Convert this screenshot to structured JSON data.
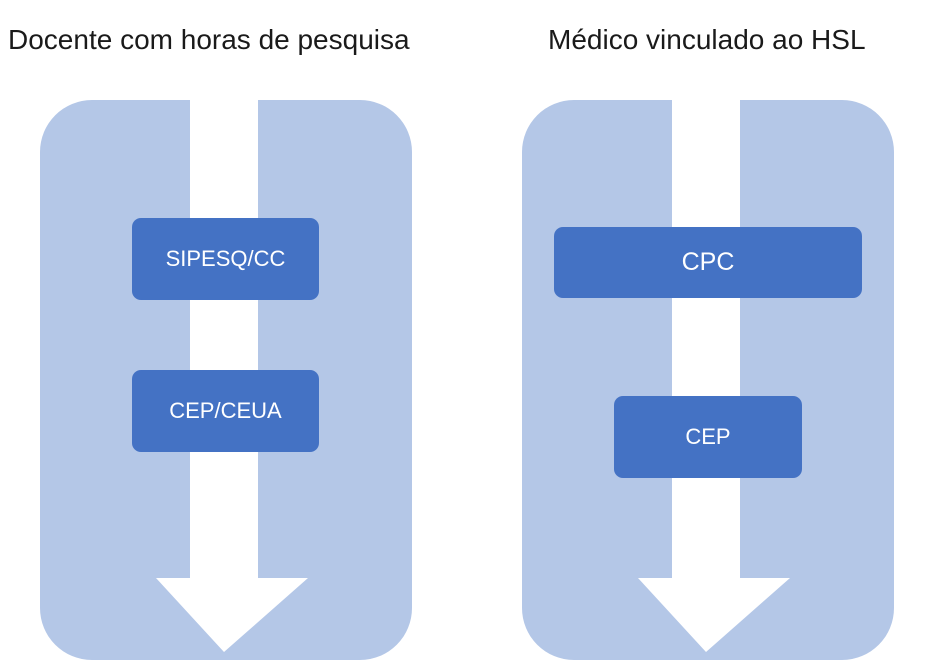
{
  "colors": {
    "panel": "#b4c7e7",
    "arrow": "#ffffff",
    "step": "#4472c4",
    "step_text": "#ffffff",
    "heading_text": "#1a1a1a"
  },
  "columns": [
    {
      "heading": "Docente com horas de pesquisa",
      "steps": [
        {
          "label": "SIPESQ/CC"
        },
        {
          "label": "CEP/CEUA"
        }
      ]
    },
    {
      "heading": "Médico vinculado ao HSL",
      "steps": [
        {
          "label": "CPC"
        },
        {
          "label": "CEP"
        }
      ]
    }
  ]
}
